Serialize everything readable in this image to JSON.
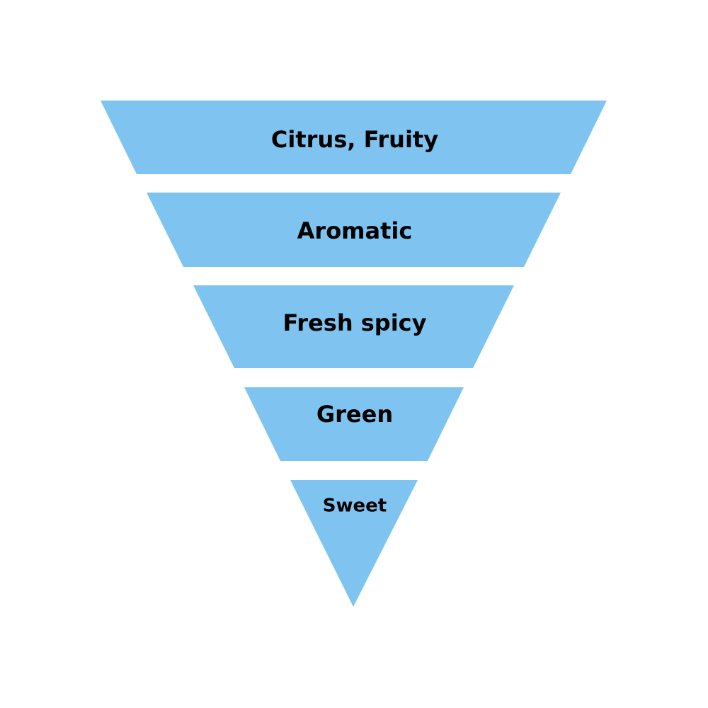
{
  "diagram": {
    "fill_color": "#7fc4f0",
    "text_color": "#000000",
    "tiers": [
      {
        "label": "Citrus, Fruity"
      },
      {
        "label": "Aromatic"
      },
      {
        "label": "Fresh spicy"
      },
      {
        "label": "Green"
      },
      {
        "label": "Sweet"
      }
    ]
  }
}
